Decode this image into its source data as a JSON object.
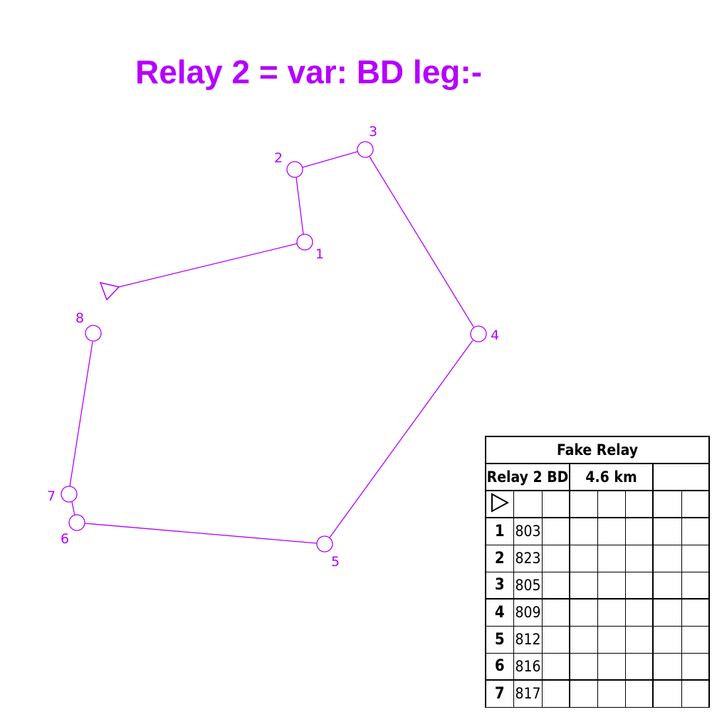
{
  "map": {
    "title": "Relay 2 = var: BD leg:-",
    "course_color": "#b400ff",
    "start_symbol": "triangle",
    "controls": [
      {
        "label": "1",
        "code": "803"
      },
      {
        "label": "2",
        "code": "823"
      },
      {
        "label": "3",
        "code": "805"
      },
      {
        "label": "4",
        "code": "809"
      },
      {
        "label": "5",
        "code": "812"
      },
      {
        "label": "6",
        "code": "816"
      },
      {
        "label": "7",
        "code": "817"
      },
      {
        "label": "8"
      }
    ]
  },
  "description_sheet": {
    "event_title": "Fake Relay",
    "course_name": "Relay 2 BD",
    "length": "4.6 km",
    "start_symbol": "triangle",
    "rows": [
      {
        "number": "1",
        "code": "803"
      },
      {
        "number": "2",
        "code": "823"
      },
      {
        "number": "3",
        "code": "805"
      },
      {
        "number": "4",
        "code": "809"
      },
      {
        "number": "5",
        "code": "812"
      },
      {
        "number": "6",
        "code": "816"
      },
      {
        "number": "7",
        "code": "817"
      }
    ]
  }
}
